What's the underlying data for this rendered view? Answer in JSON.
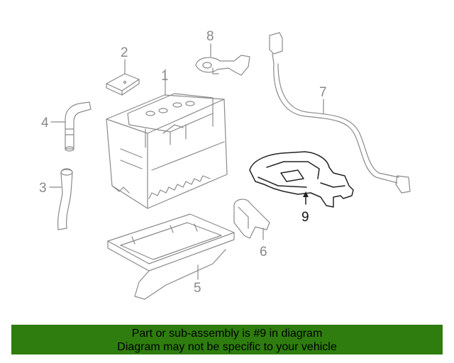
{
  "callouts": {
    "c1": "1",
    "c2": "2",
    "c3": "3",
    "c4": "4",
    "c5": "5",
    "c6": "6",
    "c7": "7",
    "c8": "8",
    "c9": "9"
  },
  "banner": {
    "line1": "Part or sub-assembly is #9 in diagram",
    "line2": "Diagram may not be specific to your vehicle"
  },
  "colors": {
    "banner_bg": "#2e7d0e",
    "highlight_part": "#2f7d12",
    "line_gray": "#8a8a8a",
    "label_gray": "#888888"
  }
}
